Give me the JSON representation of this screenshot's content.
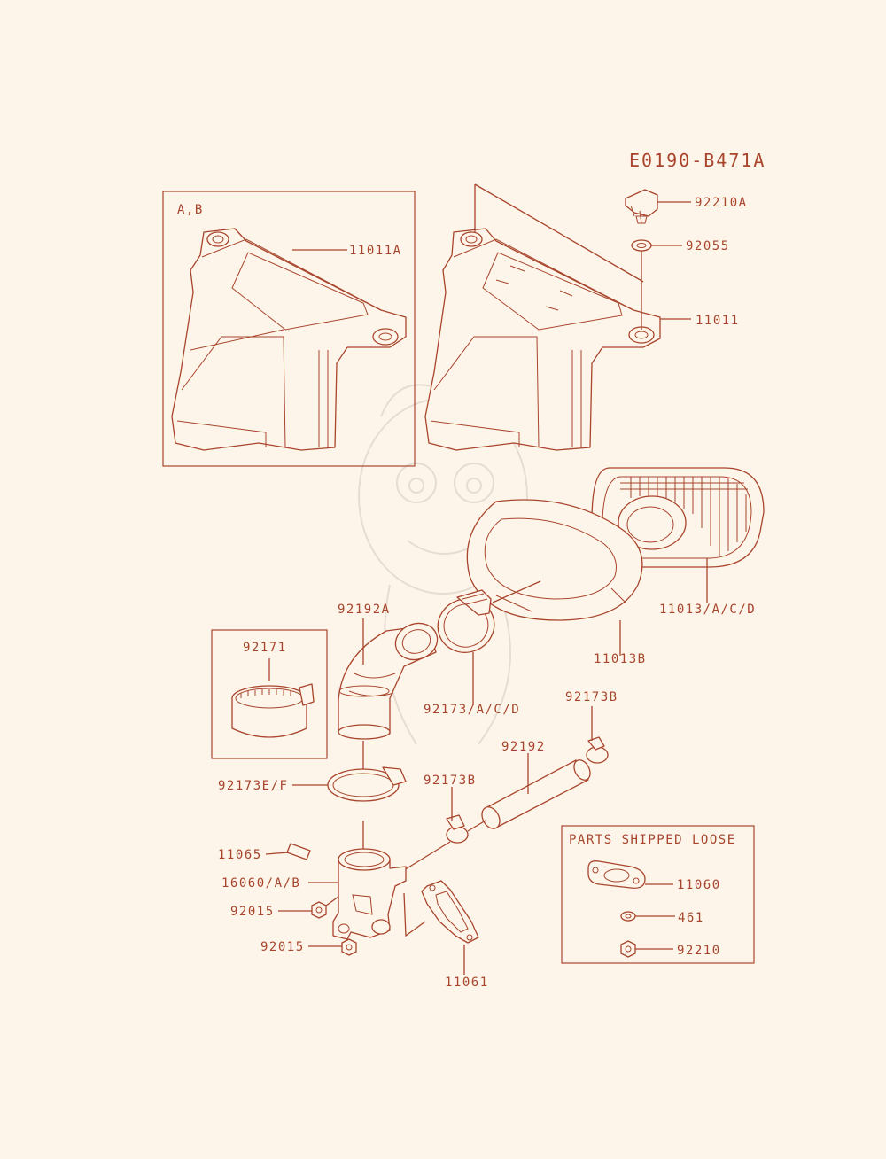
{
  "diagram_id": "E0190-B471A",
  "accent_color": "#a8452c",
  "background_color": "#fdf5ea",
  "inset_variant_label": "A,B",
  "loose_parts_heading": "PARTS SHIPPED LOOSE",
  "labels": {
    "p11011A": "11011A",
    "p92210A": "92210A",
    "p92055": "92055",
    "p11011": "11011",
    "p11013ACD": "11013/A/C/D",
    "p11013B": "11013B",
    "p92192A": "92192A",
    "p92171": "92171",
    "p92173ACD": "92173/A/C/D",
    "p92173B_upper": "92173B",
    "p92192": "92192",
    "p92173EF": "92173E/F",
    "p92173B_lower": "92173B",
    "p11065": "11065",
    "p16060AB": "16060/A/B",
    "p92015_upper": "92015",
    "p92015_lower": "92015",
    "p11061": "11061",
    "p11060": "11060",
    "p461": "461",
    "p92210": "92210"
  }
}
